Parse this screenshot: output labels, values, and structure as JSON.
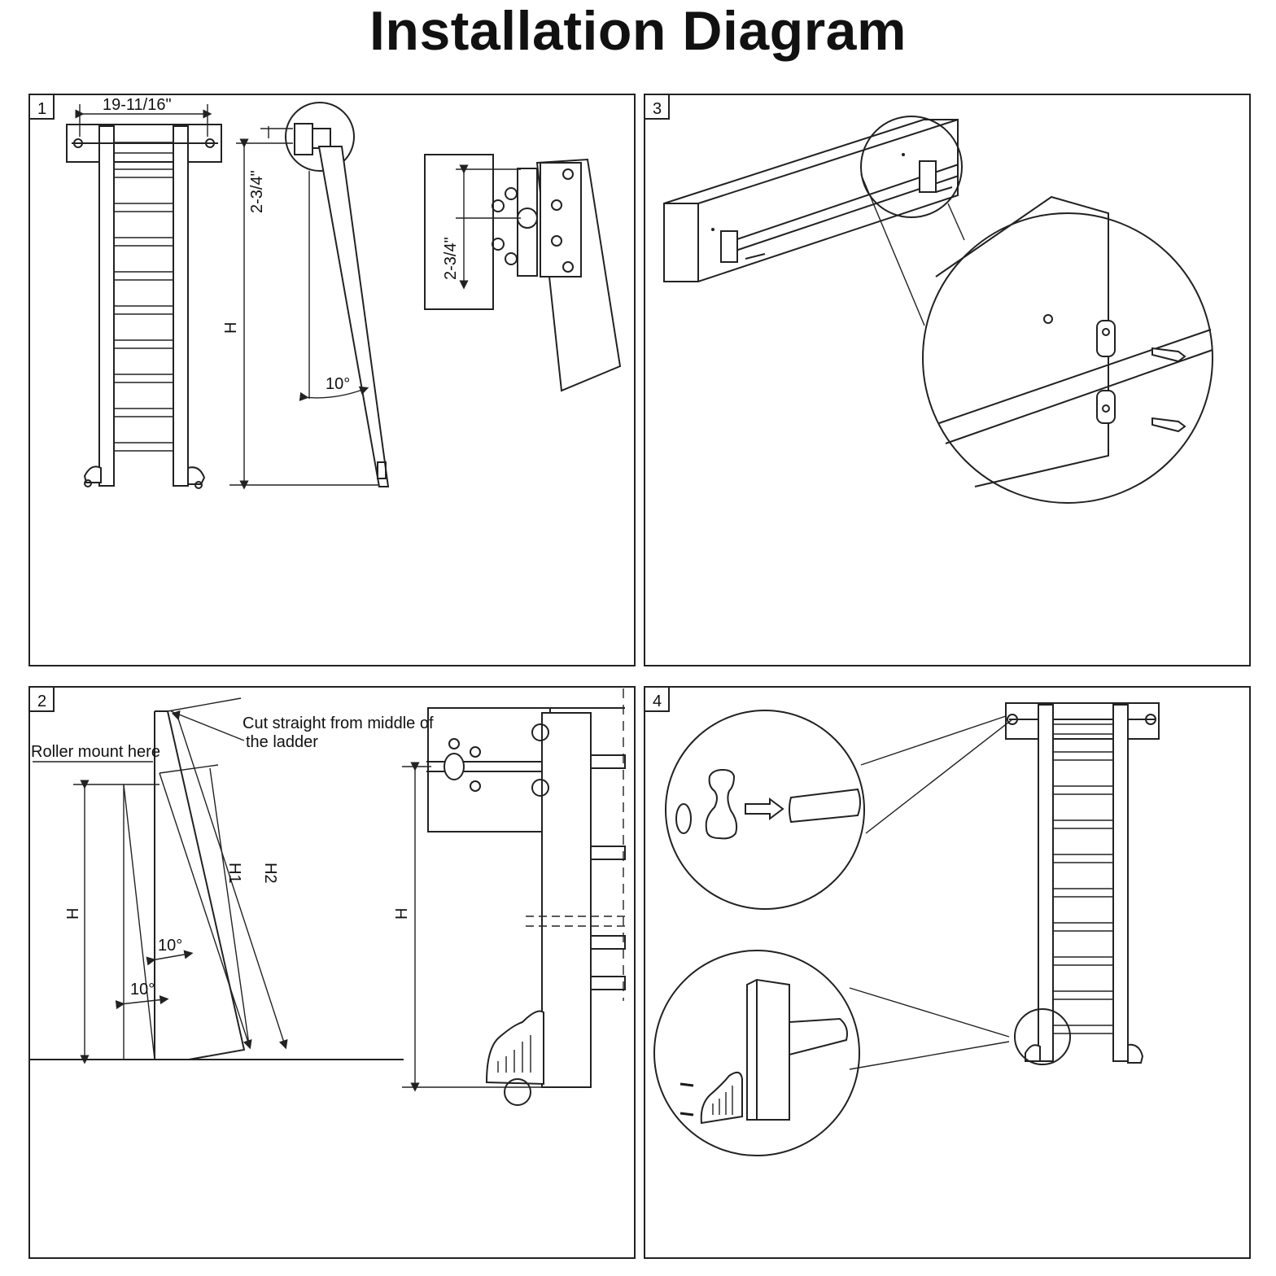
{
  "title": "Installation Diagram",
  "panels": [
    {
      "number": "1",
      "dims": {
        "width": "19-11/16\"",
        "height_a": "2-3/4\"",
        "height_b": "2-3/4\"",
        "h": "H",
        "angle": "10°"
      }
    },
    {
      "number": "2",
      "labels": {
        "roller": "Roller mount here",
        "cut_1": "Cut straight from middle of",
        "cut_2": "the ladder",
        "h": "H",
        "h1": "H1",
        "h2": "H2",
        "angle_a": "10°",
        "angle_b": "10°",
        "h_right": "H"
      }
    },
    {
      "number": "3"
    },
    {
      "number": "4"
    }
  ]
}
